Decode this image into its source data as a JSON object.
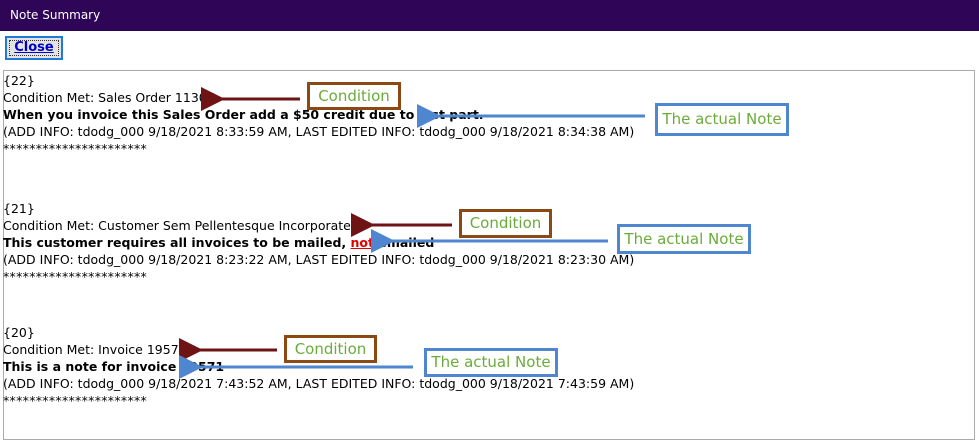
{
  "window": {
    "title": "Note Summary"
  },
  "toolbar": {
    "close_label": "Close"
  },
  "notes": [
    {
      "id": "{22}",
      "condition": "Condition Met: Sales Order 11307",
      "note": "When you invoice this Sales Order add a $50 credit due to lost part.",
      "info": " (ADD INFO: tdodg_000 9/18/2021 8:33:59 AM, LAST EDITED INFO: tdodg_000 9/18/2021 8:34:38 AM)",
      "separator": "**********************"
    },
    {
      "id": "{21}",
      "condition": "Condition Met: Customer Sem Pellentesque Incorporated",
      "note_before": "This customer requires all invoices to be mailed, ",
      "note_highlight": "not",
      "note_after": " emailed",
      "info": " (ADD INFO: tdodg_000 9/18/2021 8:23:22 AM, LAST EDITED INFO: tdodg_000 9/18/2021 8:23:30 AM)",
      "separator": "**********************"
    },
    {
      "id": "{20}",
      "condition": "Condition Met: Invoice 19571",
      "note": "This is a note for invoice 19571",
      "info": " (ADD INFO: tdodg_000 9/18/2021 7:43:52 AM, LAST EDITED INFO: tdodg_000 9/18/2021 7:43:59 AM)",
      "separator": "**********************"
    }
  ],
  "annotations": {
    "condition_label": "Condition",
    "note_label": "The actual Note",
    "condition_color": "#8b4a14",
    "note_color": "#4f86d0",
    "arrow_condition_color": "#6e1414",
    "text_color": "#6aac3a"
  },
  "colors": {
    "titlebar": "#2f0657",
    "highlight": "#e00000"
  }
}
